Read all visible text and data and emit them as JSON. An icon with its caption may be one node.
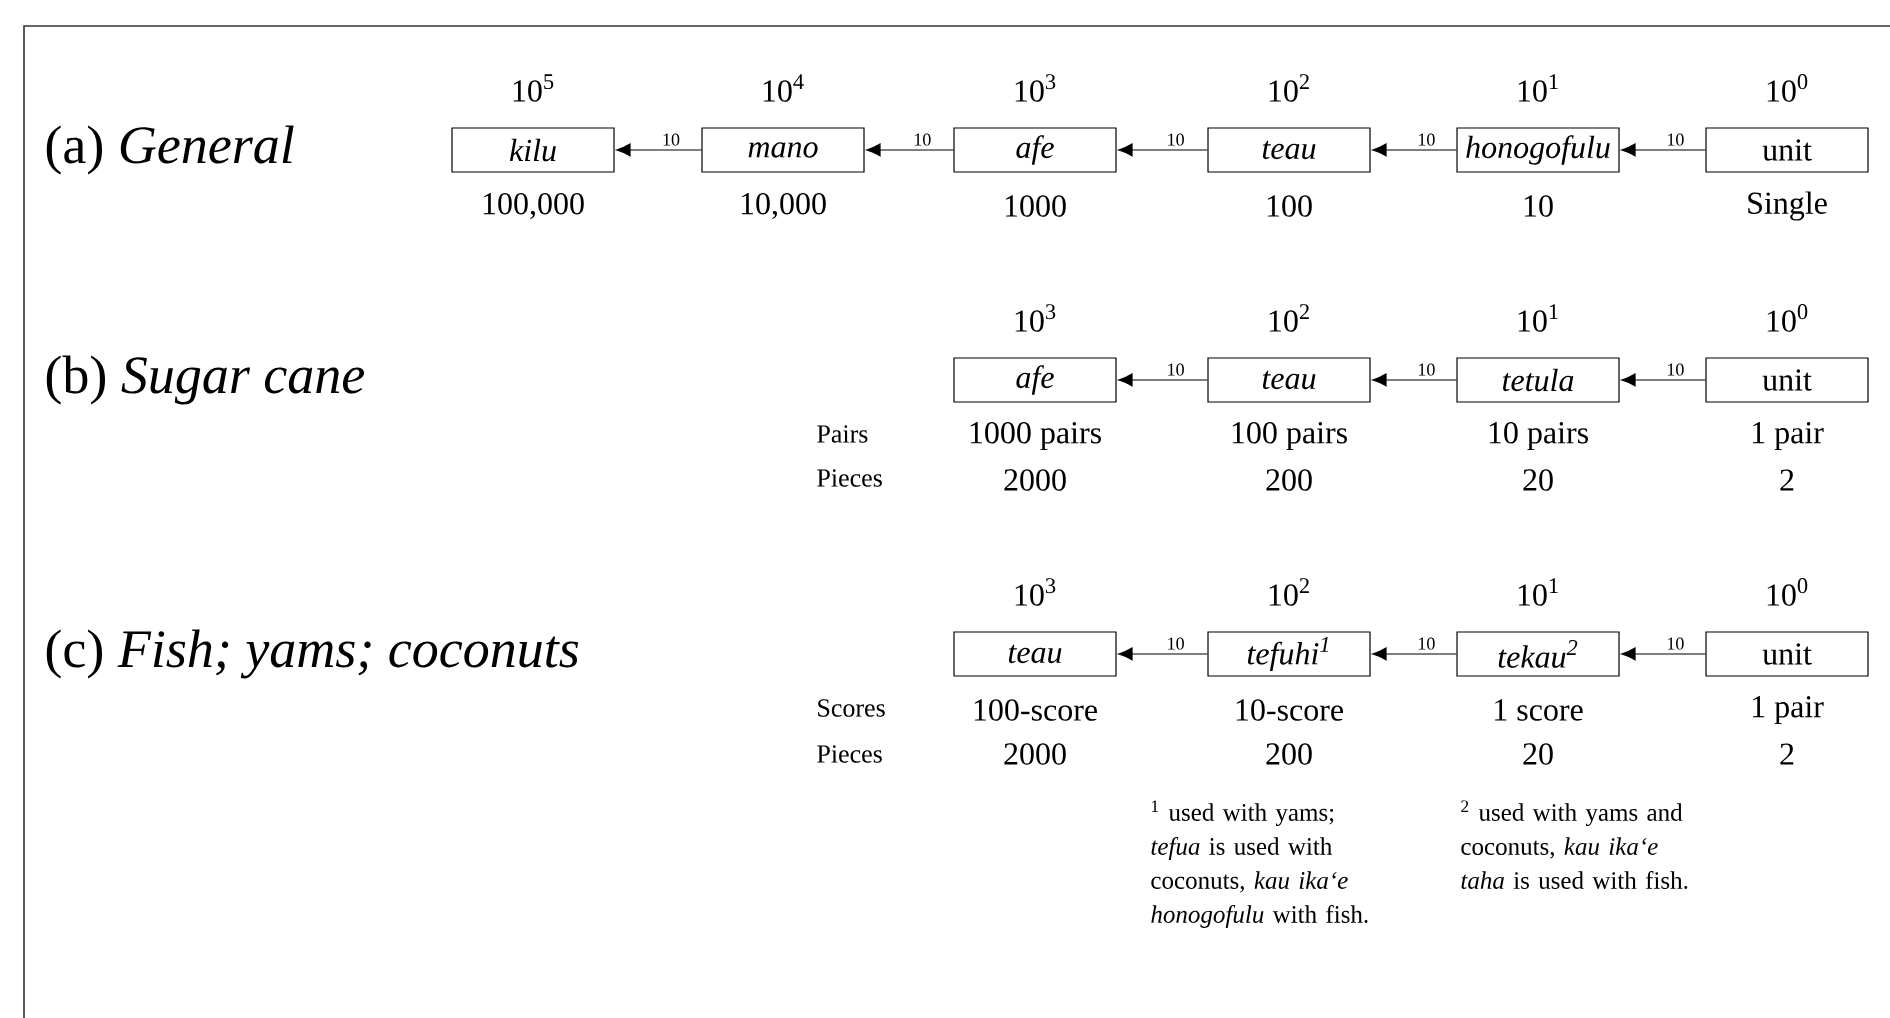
{
  "diagram": {
    "nodes": [
      {
        "text": [
          "kilu"
        ],
        "beside": [
          "10$^{5}$",
          "100,000"
        ]
      },
      {
        "text": [
          "mano"
        ],
        "beside": [
          "10$^{4}$",
          "10,000"
        ]
      },
      {
        "text": [
          "afe"
        ],
        "beside": [
          "10$^{3}$",
          "1000"
        ]
      },
      {
        "text": [
          "teau"
        ],
        "beside": [
          "10$^{2}$",
          "100"
        ]
      },
      {
        "text": [
          "honogofulu"
        ],
        "beside": [
          "10$^{1}$",
          "10"
        ]
      },
      {
        "text": [
          "unit"
        ],
        "beside": [
          "10$^{0}$",
          "Single"
        ]
      },
      {
        "text": [
          "afe"
        ],
        "beside": [
          "10$^{3}$",
          "1000 pairs",
          "2000"
        ]
      },
      {
        "text": [
          "teau"
        ],
        "beside": [
          "10$^{2}$",
          "100 pairs",
          "200"
        ]
      },
      {
        "text": [
          "tetula"
        ],
        "beside": [
          "10$^{1}$",
          "10 pairs",
          "20"
        ]
      },
      {
        "text": [
          "unit"
        ],
        "beside": [
          "10$^{0}$",
          "1 pair",
          "2"
        ]
      },
      {
        "text": [
          "teau"
        ],
        "beside": [
          "10$^{3}$",
          "100-score",
          "2000"
        ]
      },
      {
        "text": [
          "tefuhi$^{1}$"
        ],
        "beside": [
          "10$^{2}$",
          "10-score",
          "200"
        ]
      },
      {
        "text": [
          "tekau$^{2}$"
        ],
        "beside": [
          "10$^{1}$",
          "1 score",
          "20"
        ]
      },
      {
        "text": [
          "unit"
        ],
        "beside": [
          "10$^{0}$",
          "1 pair",
          "2"
        ]
      }
    ],
    "edges": [
      {
        "from": 5,
        "to": 4,
        "arrow": "to",
        "label": "10"
      },
      {
        "from": 4,
        "to": 3,
        "arrow": "to",
        "label": "10"
      },
      {
        "from": 3,
        "to": 2,
        "arrow": "to",
        "label": "10"
      },
      {
        "from": 2,
        "to": 1,
        "arrow": "to",
        "label": "10"
      },
      {
        "from": 1,
        "to": 0,
        "arrow": "to",
        "label": "10"
      },
      {
        "from": 9,
        "to": 8,
        "arrow": "to",
        "label": "10"
      },
      {
        "from": 8,
        "to": 7,
        "arrow": "to",
        "label": "10"
      },
      {
        "from": 7,
        "to": 6,
        "arrow": "to",
        "label": "10"
      },
      {
        "from": 13,
        "to": 12,
        "arrow": "to",
        "label": "10"
      },
      {
        "from": 12,
        "to": 11,
        "arrow": "to",
        "label": "10"
      },
      {
        "from": 11,
        "to": 10,
        "arrow": "to",
        "label": "10"
      }
    ],
    "labels": [
      "(a) *General*",
      "(b) *Sugar cane*",
      "Pairs",
      "Pieces",
      "(c) *Fish; yams; coconuts*",
      "Scores",
      "Pieces",
      "$^{1}$ used with yams; *tefua* is used with coconuts, *kau ika‘e honogofulu* with fish.",
      "$^{2}$ used with yams and coconuts, *kau ika‘e taha* is used with fish."
    ]
  }
}
